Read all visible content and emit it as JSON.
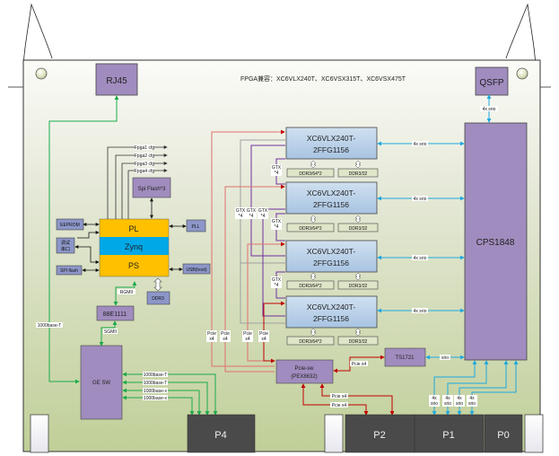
{
  "title": "FPGA兼容：XC6VLX240T、XC6VSX315T、XC6VSX475T",
  "connectors": {
    "rj45": "RJ45",
    "qsfp": "QSFP",
    "p4": "P4",
    "p2": "P2",
    "p1": "P1",
    "p0": "P0"
  },
  "zynq": {
    "pl": "PL",
    "zynq": "Zynq",
    "ps": "PS"
  },
  "peripherals": {
    "eeprom": "EEPROM",
    "debug_port_line1": "调试",
    "debug_port_line2": "串口",
    "spi_flash": "SPI flash",
    "spi_flash3": "Spi Flash*3",
    "pll": "PLL",
    "usb_host": "USB(host)",
    "ddr3": "DDR3",
    "phy": "88E1111",
    "ge_sw": "GE SW",
    "pcie_sw_line1": "Pcie-sw",
    "pcie_sw_line2": "(PEX8632)",
    "ts1721": "TS1721",
    "cps1848": "CPS1848"
  },
  "cfg_lines": [
    "Fpga1 cfg",
    "Fpga2 cfg",
    "Fpga3 cfg",
    "Fpga4 cfg"
  ],
  "fpgas": [
    {
      "line1": "XC6VLX240T-",
      "line2": "2FFG1156",
      "ddr_a": "DDR3/64*2",
      "ddr_b": "DDR3/32"
    },
    {
      "line1": "XC6VLX240T-",
      "line2": "2FFG1156",
      "ddr_a": "DDR3/64*2",
      "ddr_b": "DDR3/32"
    },
    {
      "line1": "XC6VLX240T-",
      "line2": "2FFG1156",
      "ddr_a": "DDR3/64*2",
      "ddr_b": "DDR3/32"
    },
    {
      "line1": "XC6VLX240T-",
      "line2": "2FFG1156",
      "ddr_a": "DDR3/64*2",
      "ddr_b": "DDR3/32"
    }
  ],
  "link_labels": {
    "srio4x": "4x srio",
    "srio4x_l1": "4x",
    "srio4x_l2": "srio",
    "srio": "srio",
    "gtx_l1": "GTX",
    "gtx_l2": "*4",
    "pcie_l1": "Pcie",
    "pcie_l2": "x4",
    "pcie_x4": "Pcie x4",
    "rgmii": "RGMII",
    "sgmii": "SGMII",
    "base_t_1000": "1000base-T",
    "base_x_1000": "1000base-x"
  },
  "colors": {
    "board_top": "#f6f6f0",
    "board_bottom": "#c2d09c",
    "purple_block": "#a08cbe",
    "fpga_blue": "#b4cce4",
    "zynq_orange": "#ffc000",
    "zynq_cyan": "#00a8e8",
    "connector_dark": "#4a4a4a",
    "pcie_red": "#c00000",
    "eth_green": "#1aaa4a",
    "srio_blue": "#1ea8e0",
    "gtx_purple": "#7030a0",
    "gtx_gray": "#a0a0a0"
  }
}
